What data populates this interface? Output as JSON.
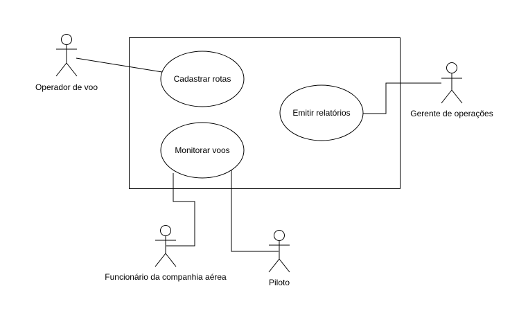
{
  "diagram": {
    "use_cases": {
      "cadastrar_rotas": "Cadastrar rotas",
      "emitir_relatorios": "Emitir relatórios",
      "monitorar_voos": "Monitorar voos"
    },
    "actors": {
      "operador": "Operador de voo",
      "gerente": "Gerente de operações",
      "funcionario": "Funcionário da companhia aérea",
      "piloto": "Piloto"
    }
  }
}
